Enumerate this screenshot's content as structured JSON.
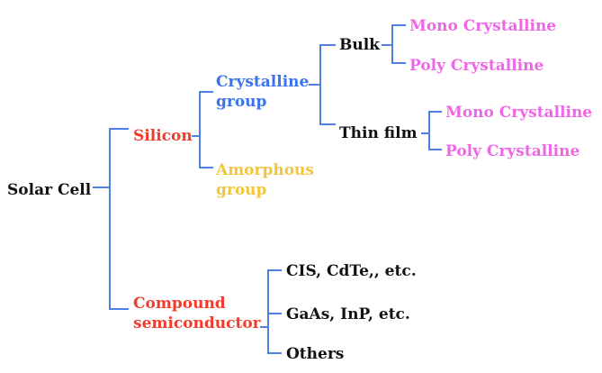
{
  "colors": {
    "line": "#4d7fe6",
    "root": "#111111",
    "level1": "#f03c2d",
    "crystalline": "#3a73ec",
    "amorphous": "#f0c63a",
    "leaf": "#ee66e6",
    "dark": "#111111"
  },
  "tree": {
    "root": "Solar Cell",
    "silicon": "Silicon",
    "compound": [
      "Compound",
      "semiconductor"
    ],
    "crystalline": [
      "Crystalline",
      "group"
    ],
    "amorphous": [
      "Amorphous",
      "group"
    ],
    "bulk": "Bulk",
    "thin_film": "Thin film",
    "bulk_mono": "Mono Crystalline",
    "bulk_poly": "Poly Crystalline",
    "thin_mono": "Mono Crystalline",
    "thin_poly": "Poly Crystalline",
    "cis_cdte": "CIS, CdTe,, etc.",
    "gaas_inp": "GaAs, InP, etc.",
    "others": "Others"
  }
}
